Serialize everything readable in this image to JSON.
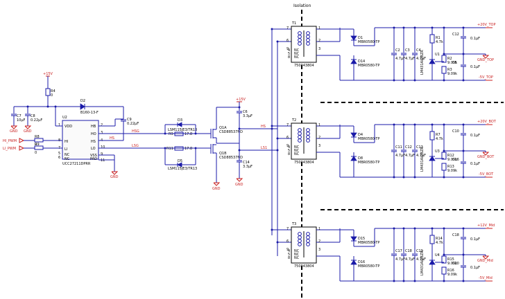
{
  "isolation_label": "Isolation",
  "input": {
    "vcc_label": "+15V",
    "r4": {
      "ref": "R4",
      "value": "0"
    },
    "c7": {
      "ref": "C7",
      "value": "10µF"
    },
    "c8": {
      "ref": "C8",
      "value": "0.22µF"
    },
    "d2": {
      "ref": "D2",
      "value": "B160-13-F"
    },
    "c9": {
      "ref": "C9",
      "value": "0.22µF"
    },
    "r8": {
      "ref": "R8",
      "value": "0"
    },
    "r9": {
      "ref": "R9",
      "value": "0"
    },
    "hi_pwm": "HI_PWM",
    "li_pwm": "LI_PWM",
    "gnd": "GND"
  },
  "driver": {
    "ref": "U2",
    "part": "UCC27211DPRR",
    "left_pins": [
      {
        "num": "1",
        "name": "VDD"
      },
      {
        "num": "8",
        "name": "HI"
      },
      {
        "num": "7",
        "name": "LI"
      },
      {
        "num": "5",
        "name": "NC"
      },
      {
        "num": "6",
        "name": "NC"
      }
    ],
    "right_pins": [
      {
        "num": "2",
        "name": "HB"
      },
      {
        "num": "3",
        "name": "HO"
      },
      {
        "num": "4",
        "name": "HS"
      },
      {
        "num": "10",
        "name": "LO"
      },
      {
        "num": "9",
        "name": "VSS"
      },
      {
        "num": "11",
        "name": "PAD"
      }
    ]
  },
  "nets": {
    "hs": "HS",
    "hsg": "HSG",
    "lsg": "LSG",
    "ls1": "LS1"
  },
  "gate": {
    "d3": {
      "ref": "D3",
      "value": "LSM115JE3/TR13"
    },
    "r9b": {
      "ref": "R9",
      "value": "17.8"
    },
    "r11": {
      "ref": "R11",
      "value": "17.8"
    },
    "d5": {
      "ref": "D5",
      "value": "LSM115JE3/TR13"
    },
    "q1a": {
      "ref": "Q1A",
      "value": "CSD88537ND"
    },
    "q1b": {
      "ref": "Q1B",
      "value": "CSD88537ND"
    },
    "c6": {
      "ref": "C6",
      "value": "3.3µF"
    },
    "c14": {
      "ref": "C14",
      "value": "3.3µF"
    },
    "vin_label": "+15V"
  },
  "channels": [
    {
      "xfmr_ref": "T1",
      "xfmr_part": "750343804",
      "pins": [
        "7",
        "1",
        "6",
        "2",
        "9",
        "3"
      ],
      "nc": [
        "NC",
        "NC",
        "NC"
      ],
      "nc_nums": [
        "4",
        "5",
        "8"
      ],
      "da": {
        "ref": "D1",
        "value": "MBR0580-TP"
      },
      "db": {
        "ref": "D14",
        "value": "MBR0580-TP"
      },
      "caps": [
        {
          "ref": "C2",
          "value": "4.7µF"
        },
        {
          "ref": "C3",
          "value": "4.7µF"
        },
        {
          "ref": "C4",
          "value": "4.7µF"
        }
      ],
      "r_top": {
        "ref": "R1",
        "value": "4.7k"
      },
      "r_mid": {
        "ref": "R2",
        "value": "9.09k"
      },
      "r_bot": {
        "ref": "R3",
        "value": "9.09k"
      },
      "reg": {
        "ref": "U1",
        "part": "LM431AIDBZR"
      },
      "c_top": {
        "ref": "C12",
        "value": "0.1µF"
      },
      "c_bot": {
        "ref": "C5",
        "value": "0.1µF"
      },
      "out_top": "+20V_TOP",
      "out_gnd": "GND_TOP",
      "out_bot": "-5V_TOP"
    },
    {
      "xfmr_ref": "T2",
      "xfmr_part": "750343804",
      "pins": [
        "7",
        "1",
        "6",
        "2",
        "9",
        "3"
      ],
      "nc": [
        "NC",
        "NC",
        "NC"
      ],
      "nc_nums": [
        "4",
        "5",
        "8"
      ],
      "da": {
        "ref": "D4",
        "value": "MBR0580-TP"
      },
      "db": {
        "ref": "D8",
        "value": "MBR0580-TP"
      },
      "caps": [
        {
          "ref": "C11",
          "value": "4.7µF"
        },
        {
          "ref": "C12",
          "value": "4.7µF"
        },
        {
          "ref": "C13",
          "value": "4.7µF"
        }
      ],
      "r_top": {
        "ref": "R7",
        "value": "4.7k"
      },
      "r_mid": {
        "ref": "R12",
        "value": "9.09k"
      },
      "r_bot": {
        "ref": "R13",
        "value": "9.09k"
      },
      "reg": {
        "ref": "U3",
        "part": "LM431AIDBZR"
      },
      "c_top": {
        "ref": "C10",
        "value": "0.1µF"
      },
      "c_bot": {
        "ref": "C16",
        "value": "0.1µF"
      },
      "out_top": "+20V_BOT",
      "out_gnd": "GND_BOT",
      "out_bot": "-5V_BOT"
    },
    {
      "xfmr_ref": "T3",
      "xfmr_part": "750343804",
      "pins": [
        "7",
        "1",
        "6",
        "2",
        "9",
        "3"
      ],
      "nc": [
        "NC",
        "NC",
        "NC"
      ],
      "nc_nums": [
        "4",
        "5",
        "8"
      ],
      "da": {
        "ref": "D15",
        "value": "MBR0580-TP"
      },
      "db": {
        "ref": "D16",
        "value": "MBR0580-TP"
      },
      "caps": [
        {
          "ref": "C17",
          "value": "4.7µF"
        },
        {
          "ref": "C18",
          "value": "4.7µF"
        },
        {
          "ref": "C19",
          "value": "4.7µF"
        }
      ],
      "r_top": {
        "ref": "R14",
        "value": "4.7k"
      },
      "r_mid": {
        "ref": "R15",
        "value": "9.09k"
      },
      "r_bot": {
        "ref": "R16",
        "value": "9.09k"
      },
      "reg": {
        "ref": "U4",
        "part": "LM431AIDBZR"
      },
      "c_top": {
        "ref": "C18",
        "value": "0.1µF"
      },
      "c_bot": {
        "ref": "C20",
        "value": "0.1µF"
      },
      "out_top": "+12V_Mid",
      "out_gnd": "GND_Mid",
      "out_bot": "-5V_Mid"
    }
  ]
}
